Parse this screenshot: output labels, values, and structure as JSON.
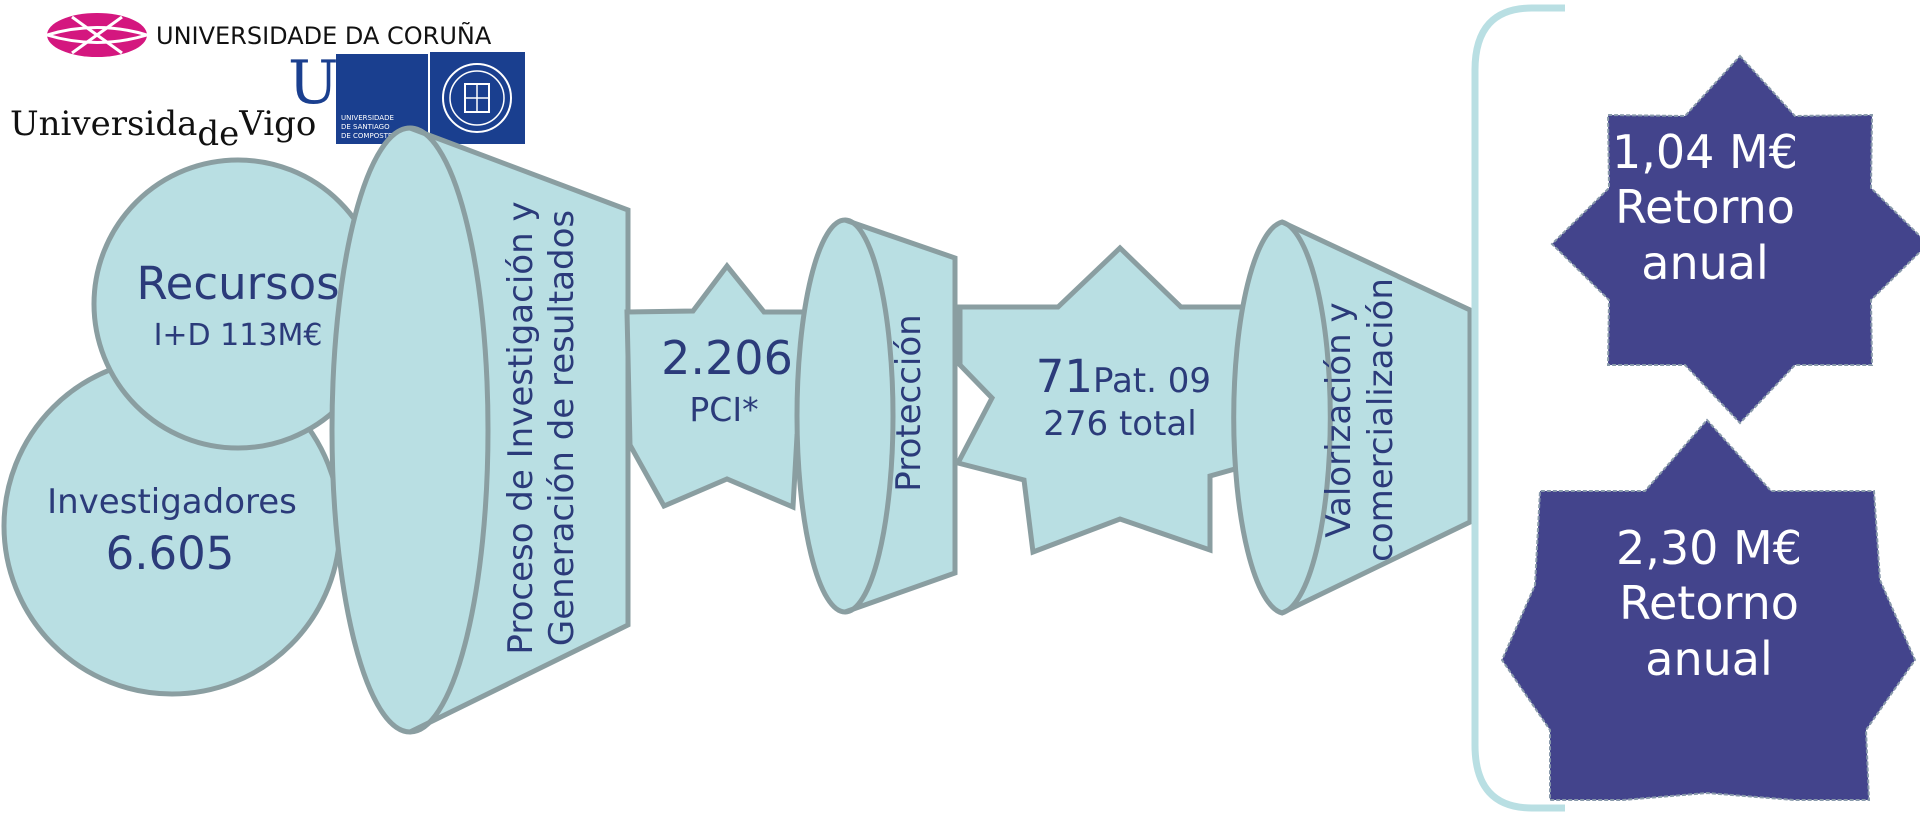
{
  "logos": {
    "udc": "UNIVERSIDADE DA CORUÑA",
    "vigo_part1": "Universida",
    "vigo_part2": "de",
    "vigo_part3": "Vigo",
    "usc_letters": "USC",
    "usc_line1": "UNIVERSIDADE",
    "usc_line2": "DE SANTIAGO",
    "usc_line3": "DE COMPOSTELA"
  },
  "inputs": {
    "recursos_title": "Recursos",
    "recursos_value": "I+D 113M€",
    "investigadores_title": "Investigadores",
    "investigadores_value": "6.605"
  },
  "funnel_stages": [
    {
      "line1": "Proceso de Investigación y",
      "line2": "Generación de resultados"
    },
    {
      "line1": "Protección"
    },
    {
      "line1": "Valorización y",
      "line2": "comercialización"
    }
  ],
  "outputs": {
    "pci_value": "2.206",
    "pci_label": "PCI*",
    "patents_value": "71",
    "patents_label": "Pat. 09",
    "patents_total": "276 total"
  },
  "returns": [
    {
      "amount": "1,04 M€",
      "line2": "Retorno",
      "line3": "anual"
    },
    {
      "amount": "2,30 M€",
      "line2": "Retorno",
      "line3": "anual"
    }
  ],
  "colors": {
    "shape_fill": "#b9dfe3",
    "shape_stroke": "#8a9ea1",
    "star_fill": "#43448c",
    "text": "#2b3b7a",
    "udc_logo": "#d4177f",
    "usc_blue": "#1a3f8f"
  }
}
